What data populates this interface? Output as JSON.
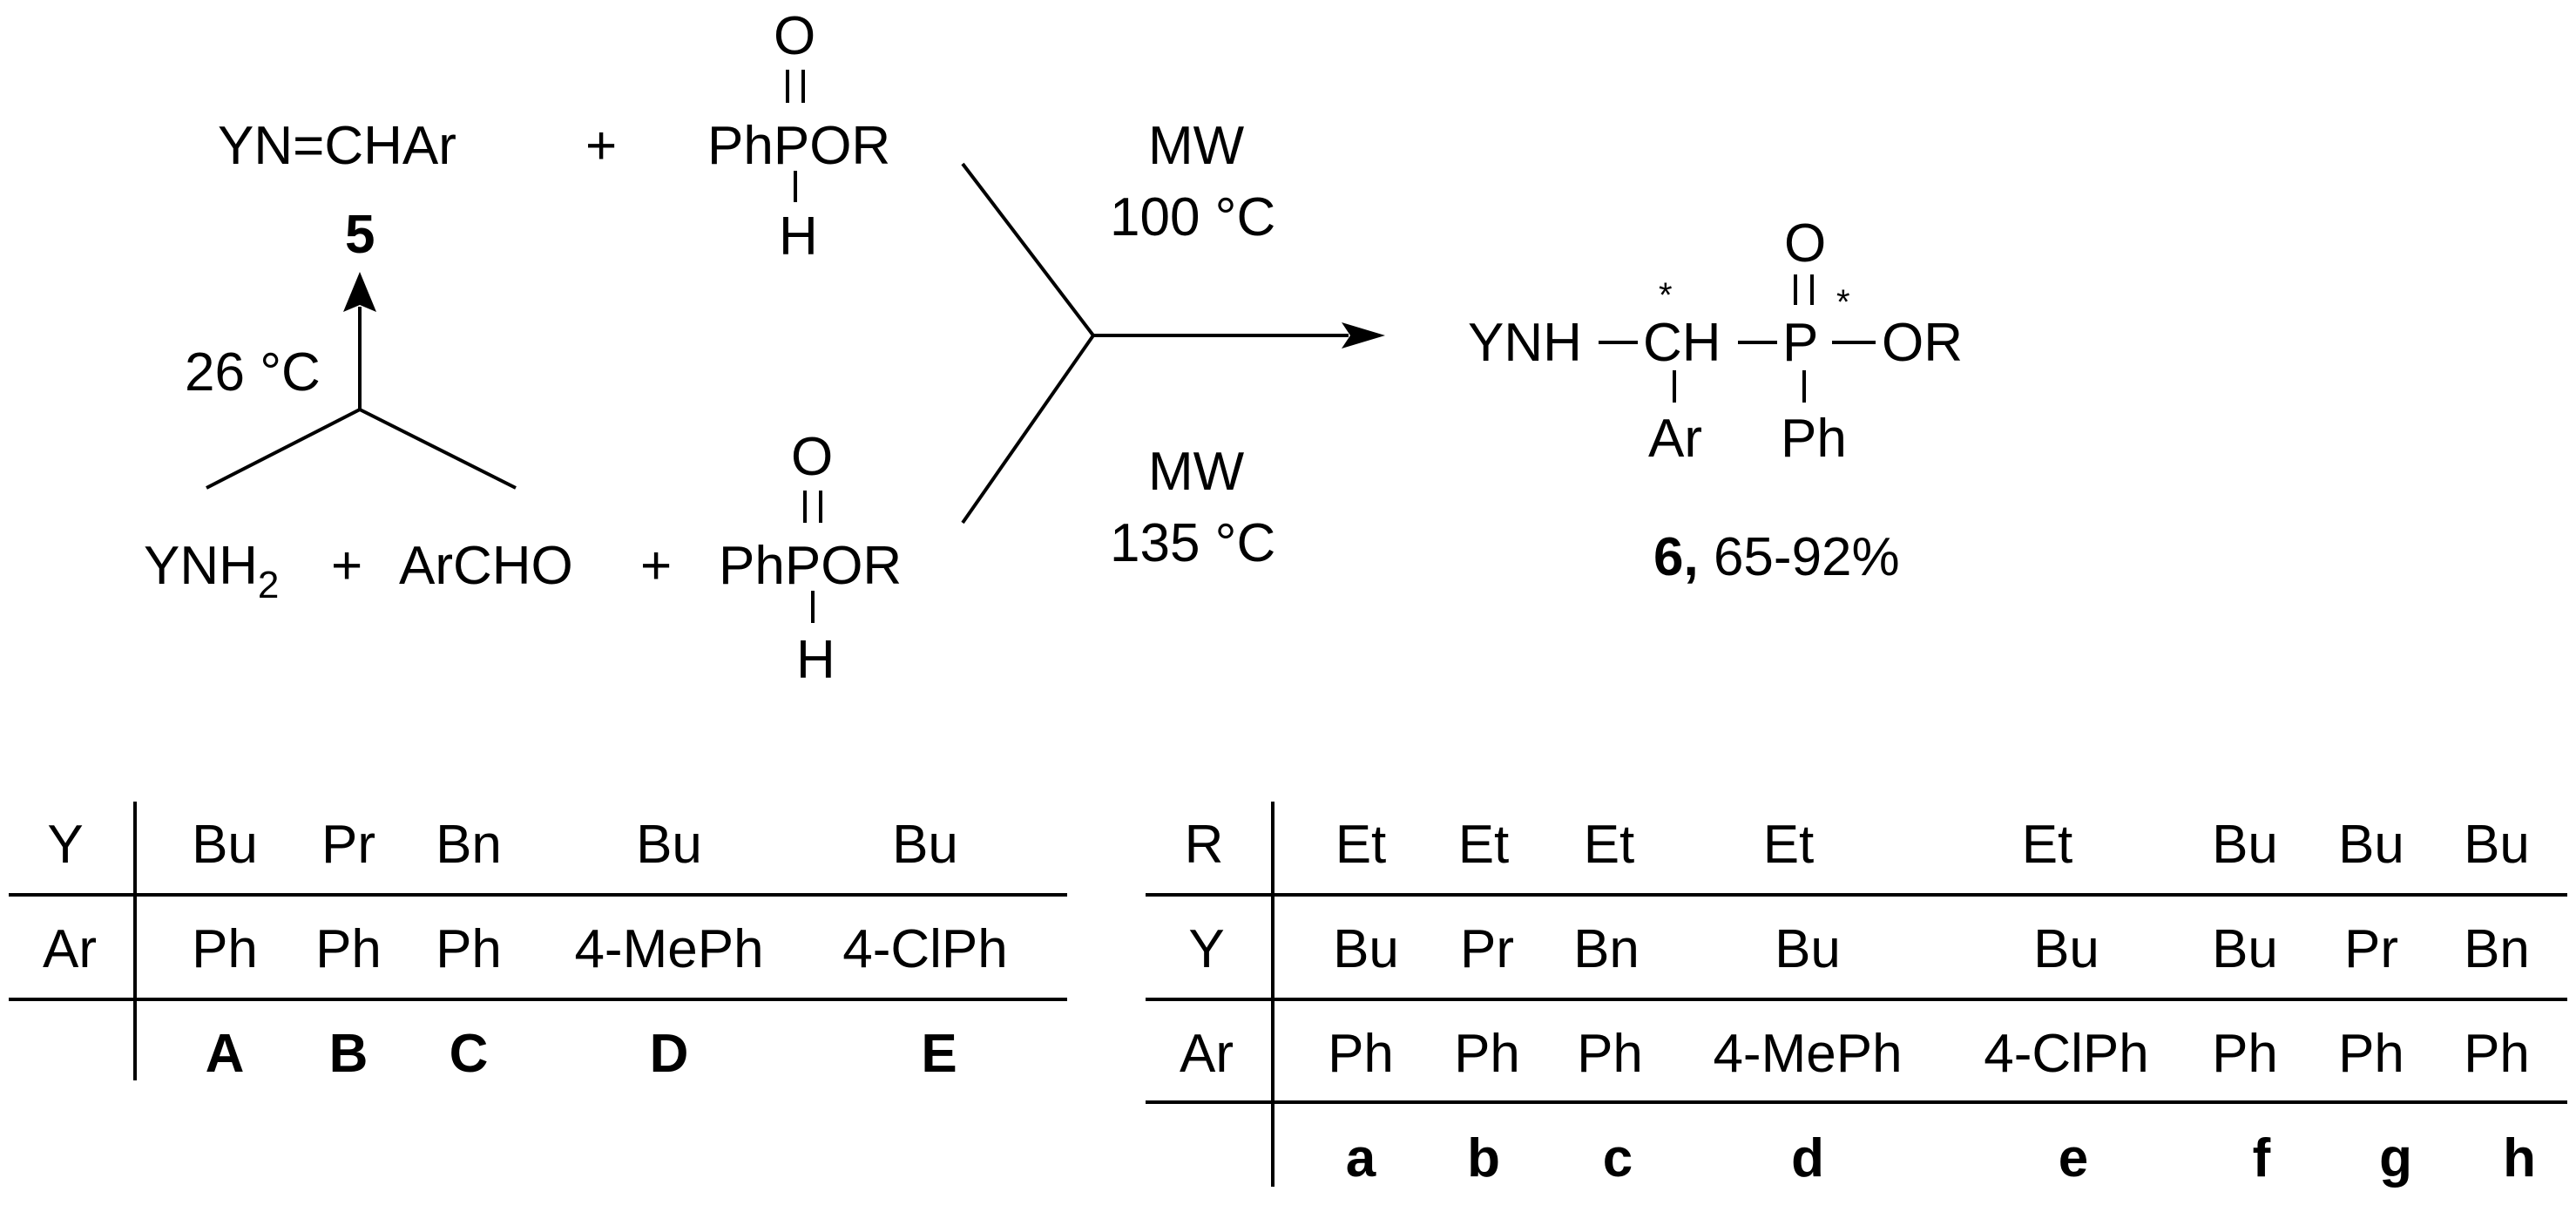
{
  "scheme": {
    "imine": "YN=CHAr",
    "plus1": "+",
    "reagent_top": {
      "main": "PhPOR",
      "o": "O",
      "h": "H"
    },
    "imine_label": "5",
    "temp_imine": "26 °C",
    "amine": "YNH",
    "amine_sub": "2",
    "plus2": "+",
    "aldehyde": "ArCHO",
    "plus3": "+",
    "reagent_bottom": {
      "main": "PhPOR",
      "o": "O",
      "h": "H"
    },
    "cond_top": {
      "line1": "MW",
      "line2": "100 °C"
    },
    "cond_bottom": {
      "line1": "MW",
      "line2": "135 °C"
    },
    "product": {
      "ynh": "YNH",
      "ch": "CH",
      "p": "P",
      "or": "OR",
      "o": "O",
      "ar": "Ar",
      "ph": "Ph",
      "star": "*",
      "label": "6,",
      "yield": "65-92%"
    }
  },
  "table_left": {
    "rows": [
      {
        "header": "Y",
        "cells": [
          "Bu",
          "Pr",
          "Bn",
          "Bu",
          "Bu"
        ]
      },
      {
        "header": "Ar",
        "cells": [
          "Ph",
          "Ph",
          "Ph",
          "4-MePh",
          "4-ClPh"
        ]
      }
    ],
    "labels": [
      "A",
      "B",
      "C",
      "D",
      "E"
    ]
  },
  "table_right": {
    "rows": [
      {
        "header": "R",
        "cells": [
          "Et",
          "Et",
          "Et",
          "Et",
          "Et",
          "Bu",
          "Bu",
          "Bu"
        ]
      },
      {
        "header": "Y",
        "cells": [
          "Bu",
          "Pr",
          "Bn",
          "Bu",
          "Bu",
          "Bu",
          "Pr",
          "Bn"
        ]
      },
      {
        "header": "Ar",
        "cells": [
          "Ph",
          "Ph",
          "Ph",
          "4-MePh",
          "4-ClPh",
          "Ph",
          "Ph",
          "Ph"
        ]
      }
    ],
    "labels": [
      "a",
      "b",
      "c",
      "d",
      "e",
      "f",
      "g",
      "h"
    ]
  }
}
